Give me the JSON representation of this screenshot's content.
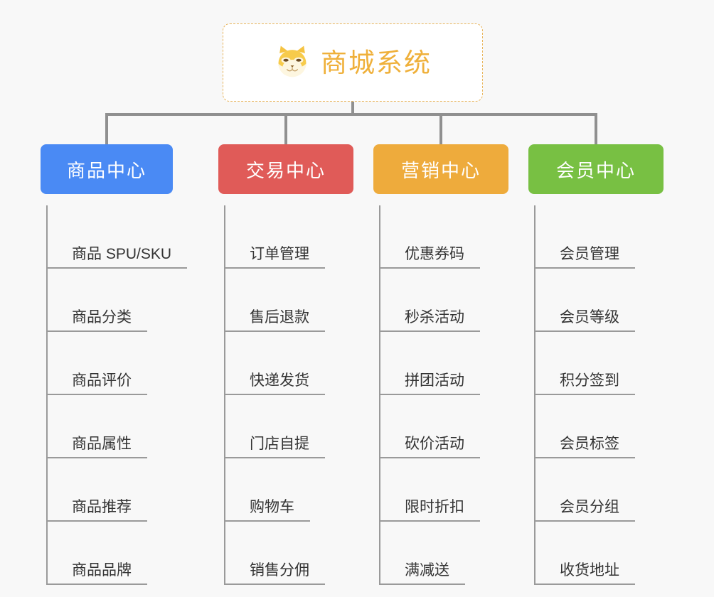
{
  "root": {
    "title": "商城系统",
    "icon": "shiba-dog-icon",
    "title_color": "#efb03a",
    "border_color": "#e8b45a",
    "background": "#ffffff"
  },
  "canvas": {
    "background": "#f8f8f8",
    "connector_color": "#909090"
  },
  "columns": [
    {
      "label": "商品中心",
      "color": "#4a8af4",
      "items": [
        "商品 SPU/SKU",
        "商品分类",
        "商品评价",
        "商品属性",
        "商品推荐",
        "商品品牌"
      ]
    },
    {
      "label": "交易中心",
      "color": "#e05b58",
      "items": [
        "订单管理",
        "售后退款",
        "快递发货",
        "门店自提",
        "购物车",
        "销售分佣"
      ]
    },
    {
      "label": "营销中心",
      "color": "#eeab3c",
      "items": [
        "优惠券码",
        "秒杀活动",
        "拼团活动",
        "砍价活动",
        "限时折扣",
        "满减送"
      ]
    },
    {
      "label": "会员中心",
      "color": "#78c043",
      "items": [
        "会员管理",
        "会员等级",
        "积分签到",
        "会员标签",
        "会员分组",
        "收货地址"
      ]
    }
  ]
}
